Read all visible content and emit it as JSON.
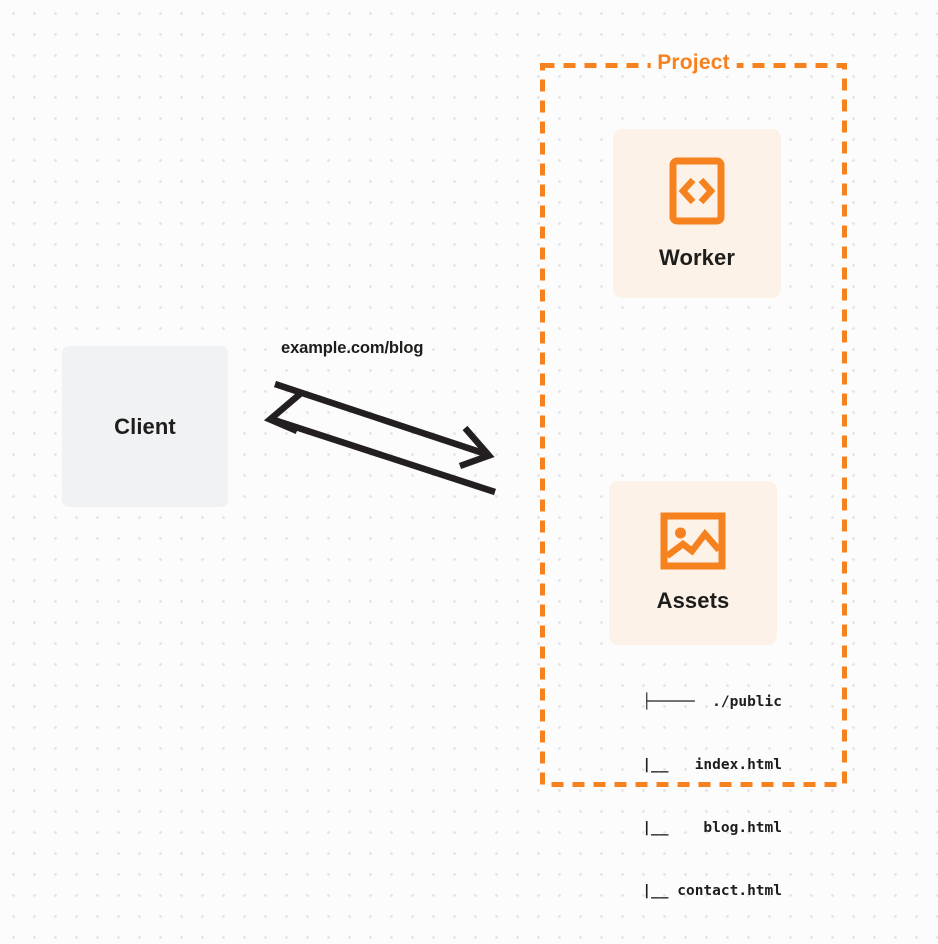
{
  "diagram": {
    "background": {
      "color": "#fcfcfc",
      "dot_color": "#e6e6e6",
      "pattern": "dot-grid"
    },
    "colors": {
      "accent_orange": "#f6821f",
      "card_fill": "#fdf2e8",
      "client_fill": "#f1f2f4",
      "text_dark": "#1d1d1b",
      "arrow_stroke": "#231f20"
    },
    "client": {
      "label": "Client",
      "icon": "client-box"
    },
    "connection": {
      "request_label": "example.com/blog",
      "request_arrow": "arrow-right",
      "response_arrow": "arrow-left"
    },
    "project": {
      "label": "Project",
      "border_style": "dashed",
      "services": [
        {
          "label": "Worker",
          "icon": "code-brackets-icon"
        },
        {
          "label": "Assets",
          "icon": "image-icon"
        }
      ],
      "asset_tree": {
        "rows": [
          "├─────  ./public",
          "     |__   index.html",
          "     |__    blog.html",
          "     |__ contact.html"
        ]
      }
    }
  }
}
